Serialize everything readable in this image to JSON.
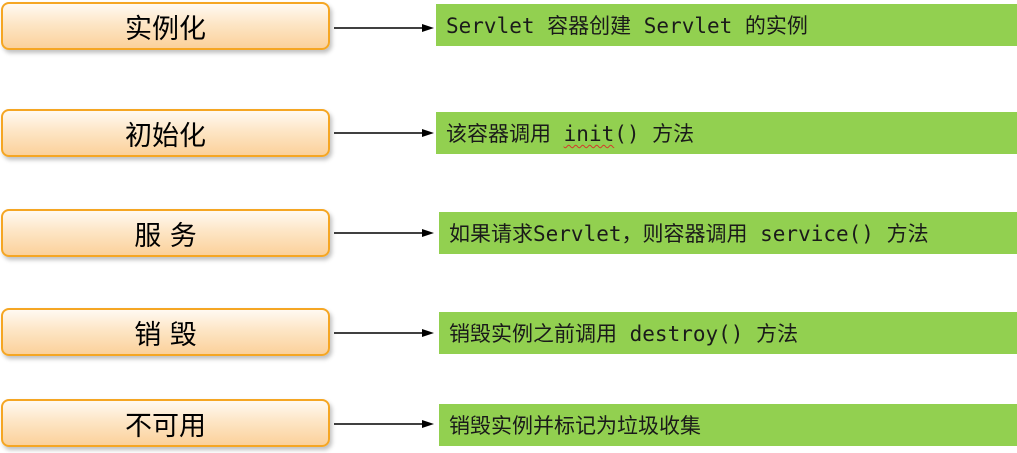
{
  "lifecycle": {
    "stages": [
      {
        "label": "实例化",
        "description_parts": [
          "Servlet 容器创建 Servlet 的实例"
        ]
      },
      {
        "label": "初始化",
        "description_parts": [
          "该容器调用 ",
          "init",
          "() 方法"
        ]
      },
      {
        "label": "服 务",
        "description_parts": [
          "如果请求Servlet，则容器调用 service() 方法"
        ]
      },
      {
        "label": "销 毁",
        "description_parts": [
          "销毁实例之前调用 destroy() 方法"
        ]
      },
      {
        "label": "不可用",
        "description_parts": [
          "销毁实例并标记为垃圾收集"
        ]
      }
    ]
  },
  "colors": {
    "stage_border": "#f5a623",
    "stage_fill_top": "#fffaf2",
    "stage_fill_bottom": "#fbd19b",
    "description_fill": "#92d050",
    "arrow": "#000000",
    "spellcheck_underline": "#d43a2a"
  }
}
